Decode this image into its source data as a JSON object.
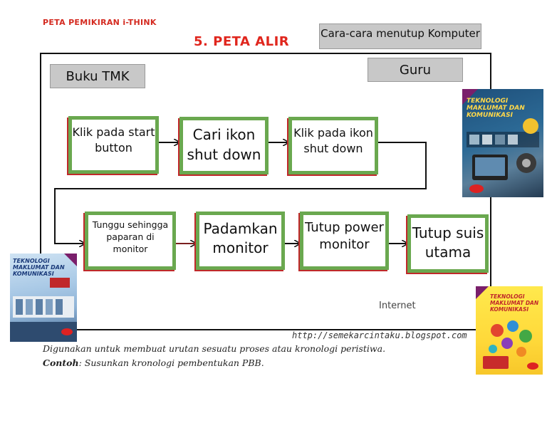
{
  "header": {
    "title": "PETA PEMIKIRAN i-THINK",
    "map_title": "5. PETA ALIR",
    "topic_box": "Cara-cara  menutup Komputer"
  },
  "labels": {
    "source_left": "Buku TMK",
    "source_right": "Guru",
    "internet": "Internet"
  },
  "flow_steps": [
    {
      "id": 1,
      "text": "Klik pada start button"
    },
    {
      "id": 2,
      "text": "Cari ikon shut down"
    },
    {
      "id": 3,
      "text": "Klik pada ikon shut down"
    },
    {
      "id": 4,
      "text": "Tunggu sehingga paparan di monitor"
    },
    {
      "id": 5,
      "text": "Padamkan monitor"
    },
    {
      "id": 6,
      "text": "Tutup power monitor"
    },
    {
      "id": 7,
      "text": "Tutup suis utama"
    }
  ],
  "footer": {
    "url": "http://semekarcintaku.blogspot.com",
    "description": "Digunakan untuk membuat urutan sesuatu proses atau kronologi peristiwa.",
    "example_label": "Contoh",
    "example_text": ": Susunkan kronologi pembentukan PBB."
  },
  "book_covers": {
    "cover_text_1": "TEKNOLOGI MAKLUMAT DAN KOMUNIKASI",
    "cover_text_2": "TEKNOLOGI MAKLUMAT DAN KOMUNIKASI",
    "cover_text_3": "TEKNOLOGI MAKLUMAT DAN KOMUNIKASI"
  },
  "colors": {
    "step_border": "#6aa84f",
    "step_shadow": "#c0282a",
    "title_red": "#e0261d",
    "gray_box": "#c8c8c8"
  }
}
